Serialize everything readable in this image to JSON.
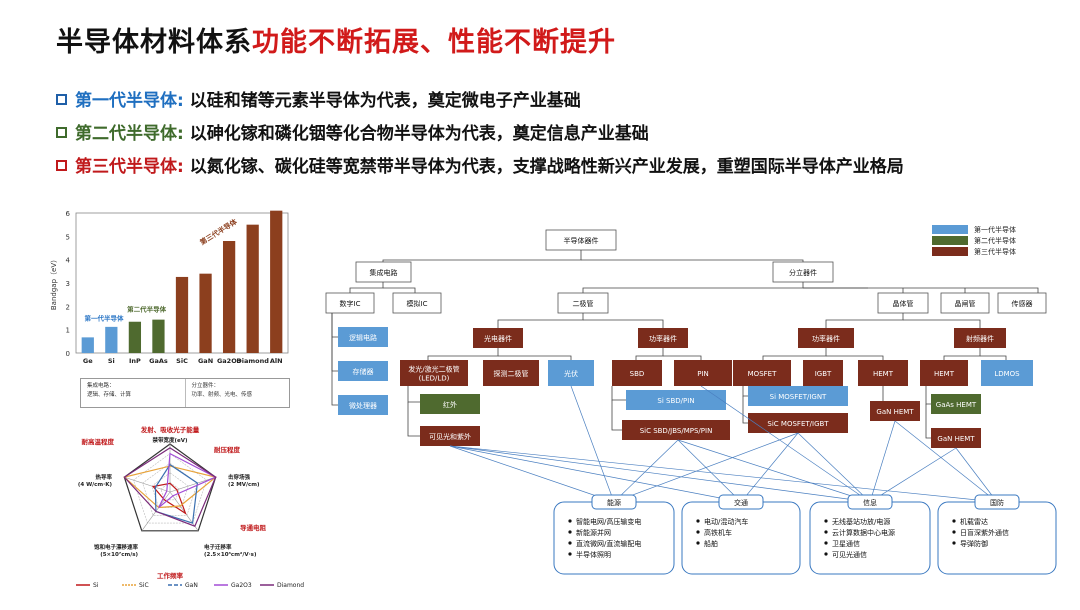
{
  "title": {
    "main": "半导体材料体系",
    "accent": "功能不断拓展、性能不断提升"
  },
  "bullets": [
    {
      "label": "第一代半导体:",
      "text": " 以硅和锗等元素半导体为代表，奠定微电子产业基础"
    },
    {
      "label": "第二代半导体:",
      "text": " 以砷化镓和磷化铟等化合物半导体为代表，奠定信息产业基础"
    },
    {
      "label": "第三代半导体:",
      "text": " 以氮化镓、碳化硅等宽禁带半导体为代表，支撑战略性新兴产业发展，重塑国际半导体产业格局"
    }
  ],
  "colors": {
    "gen1": "#5b9bd5",
    "gen2": "#4f6a2f",
    "gen3": "#7b2c1c",
    "bar3": "#8c3f1e",
    "red": "#c0191b"
  },
  "chart_data": {
    "type": "bar",
    "ylabel": "Bandgap（eV）",
    "ylim": [
      0,
      6
    ],
    "yticks": [
      0,
      1,
      2,
      3,
      4,
      5,
      6
    ],
    "categories": [
      "Ge",
      "Si",
      "InP",
      "GaAs",
      "SiC",
      "GaN",
      "Ga2O3",
      "Diamond",
      "AlN"
    ],
    "values": [
      0.67,
      1.12,
      1.34,
      1.43,
      3.26,
      3.4,
      4.8,
      5.5,
      6.1
    ],
    "groups": [
      1,
      1,
      2,
      2,
      3,
      3,
      3,
      3,
      3
    ],
    "annotations": [
      "第一代半导体",
      "第二代半导体",
      "第三代半导体"
    ],
    "legend_boxes": [
      {
        "title": "集成电路：",
        "text": "逻辑、存储、计算"
      },
      {
        "title": "分立器件：",
        "text": "功率、射频、光电、传感"
      }
    ]
  },
  "radar": {
    "axes": [
      "禁带宽度(eV)",
      "击穿场强\n(2 MV/cm)",
      "电子迁移率\n(2.5×10³cm²/V·s)",
      "饱和电子漂移速率\n(5×10⁷cm/s)",
      "热导率\n(4 W/cm·K)"
    ],
    "callouts": [
      "发射、吸收光子能量",
      "耐压程度",
      "导通电阻",
      "工作频率",
      "耐高温程度"
    ],
    "legend": [
      "Si",
      "SiC",
      "GaN",
      "Ga2O3",
      "Diamond"
    ],
    "series_colors": [
      "#c0191b",
      "#e8a33a",
      "#3a6fb0",
      "#a24cd6",
      "#7a2a7a"
    ],
    "series": [
      {
        "name": "Si",
        "values": [
          0.18,
          0.15,
          0.55,
          0.2,
          0.37
        ]
      },
      {
        "name": "SiC",
        "values": [
          0.54,
          1.0,
          0.36,
          0.4,
          1.0
        ]
      },
      {
        "name": "GaN",
        "values": [
          0.57,
          0.6,
          0.8,
          0.5,
          0.32
        ]
      },
      {
        "name": "Ga2O3",
        "values": [
          0.8,
          1.0,
          0.1,
          0.4,
          0.07
        ]
      },
      {
        "name": "Diamond",
        "values": [
          0.92,
          1.0,
          0.88,
          0.5,
          1.0
        ]
      }
    ]
  },
  "tree": {
    "legend": [
      "第一代半导体",
      "第二代半导体",
      "第三代半导体"
    ],
    "root": "半导体器件",
    "l1": [
      "集成电路",
      "分立器件"
    ],
    "ic": [
      "数字IC",
      "模拟IC"
    ],
    "ic_sub": [
      "逻辑电路",
      "存储器",
      "微处理器"
    ],
    "discrete": [
      "二极管",
      "晶体管",
      "晶闸管",
      "传感器"
    ],
    "diode": [
      "光电器件",
      "功率器件"
    ],
    "opto": [
      "发光/激光二极管\n(LED/LD)",
      "探测二极管",
      "光伏"
    ],
    "opto_sub": [
      "红外",
      "可见光和紫外"
    ],
    "pdiode": [
      "SBD",
      "PIN"
    ],
    "pdiode_sub": [
      "Si SBD/PIN",
      "SiC SBD/JBS/MPS/PIN"
    ],
    "trans": [
      "功率器件",
      "射频器件"
    ],
    "ptrans": [
      "MOSFET",
      "IGBT",
      "HEMT"
    ],
    "ptrans_sub": [
      "Si MOSFET/IGNT",
      "SiC MOSFET/IGBT",
      "GaN HEMT"
    ],
    "rf": [
      "HEMT",
      "LDMOS"
    ],
    "rf_sub": [
      "GaAs HEMT",
      "GaN HEMT"
    ],
    "apps": [
      {
        "name": "能源",
        "items": [
          "智能电网/高压输变电",
          "新能源并网",
          "直流微网/直流输配电",
          "半导体照明"
        ]
      },
      {
        "name": "交通",
        "items": [
          "电动/混动汽车",
          "高铁机车",
          "船舶"
        ]
      },
      {
        "name": "信息",
        "items": [
          "无线基站功放/电源",
          "云计算数据中心电源",
          "卫星通信",
          "可见光通信"
        ]
      },
      {
        "name": "国防",
        "items": [
          "机载雷达",
          "日盲深紫外通信",
          "导弹防御"
        ]
      }
    ]
  }
}
